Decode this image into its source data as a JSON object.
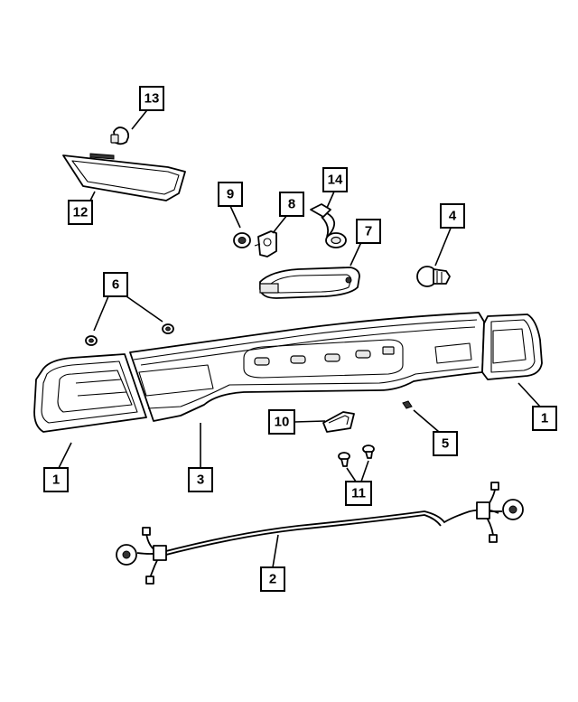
{
  "callouts": [
    {
      "id": "c13",
      "label": "13"
    },
    {
      "id": "c12",
      "label": "12"
    },
    {
      "id": "c9",
      "label": "9"
    },
    {
      "id": "c8",
      "label": "8"
    },
    {
      "id": "c14",
      "label": "14"
    },
    {
      "id": "c7",
      "label": "7"
    },
    {
      "id": "c4",
      "label": "4"
    },
    {
      "id": "c6",
      "label": "6"
    },
    {
      "id": "c1-left",
      "label": "1"
    },
    {
      "id": "c3",
      "label": "3"
    },
    {
      "id": "c10",
      "label": "10"
    },
    {
      "id": "c5",
      "label": "5"
    },
    {
      "id": "c11",
      "label": "11"
    },
    {
      "id": "c1-right",
      "label": "1"
    },
    {
      "id": "c2",
      "label": "2"
    }
  ]
}
